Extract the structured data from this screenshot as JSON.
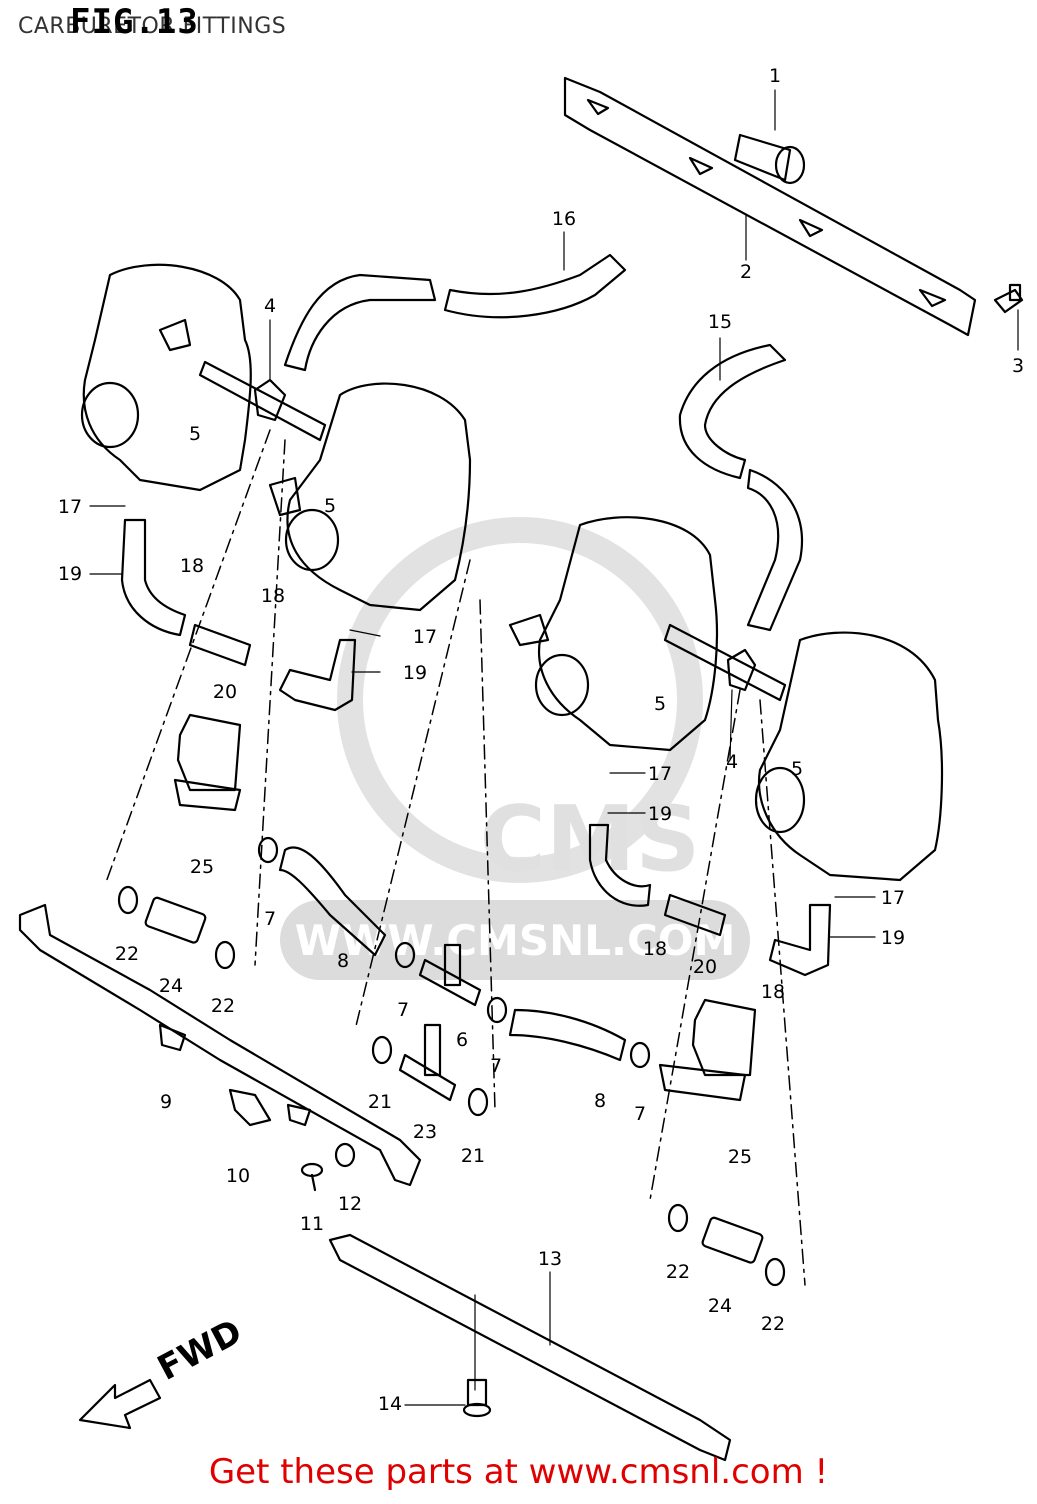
{
  "figure": {
    "title": "FIG.13",
    "subtitle": "CARBURETOR FITTINGS"
  },
  "watermark": {
    "text": "WWW.CMSNL.COM",
    "logo_text": "CMS"
  },
  "direction_label": "FWD",
  "callouts": [
    {
      "label": "1"
    },
    {
      "label": "2"
    },
    {
      "label": "3"
    },
    {
      "label": "4"
    },
    {
      "label": "4"
    },
    {
      "label": "5"
    },
    {
      "label": "5"
    },
    {
      "label": "5"
    },
    {
      "label": "5"
    },
    {
      "label": "6"
    },
    {
      "label": "7"
    },
    {
      "label": "7"
    },
    {
      "label": "7"
    },
    {
      "label": "7"
    },
    {
      "label": "8"
    },
    {
      "label": "8"
    },
    {
      "label": "9"
    },
    {
      "label": "10"
    },
    {
      "label": "11"
    },
    {
      "label": "12"
    },
    {
      "label": "13"
    },
    {
      "label": "14"
    },
    {
      "label": "15"
    },
    {
      "label": "16"
    },
    {
      "label": "17"
    },
    {
      "label": "17"
    },
    {
      "label": "17"
    },
    {
      "label": "17"
    },
    {
      "label": "18"
    },
    {
      "label": "18"
    },
    {
      "label": "18"
    },
    {
      "label": "18"
    },
    {
      "label": "19"
    },
    {
      "label": "19"
    },
    {
      "label": "19"
    },
    {
      "label": "19"
    },
    {
      "label": "20"
    },
    {
      "label": "20"
    },
    {
      "label": "21"
    },
    {
      "label": "21"
    },
    {
      "label": "22"
    },
    {
      "label": "22"
    },
    {
      "label": "22"
    },
    {
      "label": "22"
    },
    {
      "label": "23"
    },
    {
      "label": "24"
    },
    {
      "label": "24"
    },
    {
      "label": "25"
    },
    {
      "label": "25"
    }
  ],
  "footer": {
    "cta": "Get these parts at www.cmsnl.com !"
  },
  "colors": {
    "line": "#000000",
    "watermark": "#d9d9d9",
    "cta": "#e00000"
  }
}
